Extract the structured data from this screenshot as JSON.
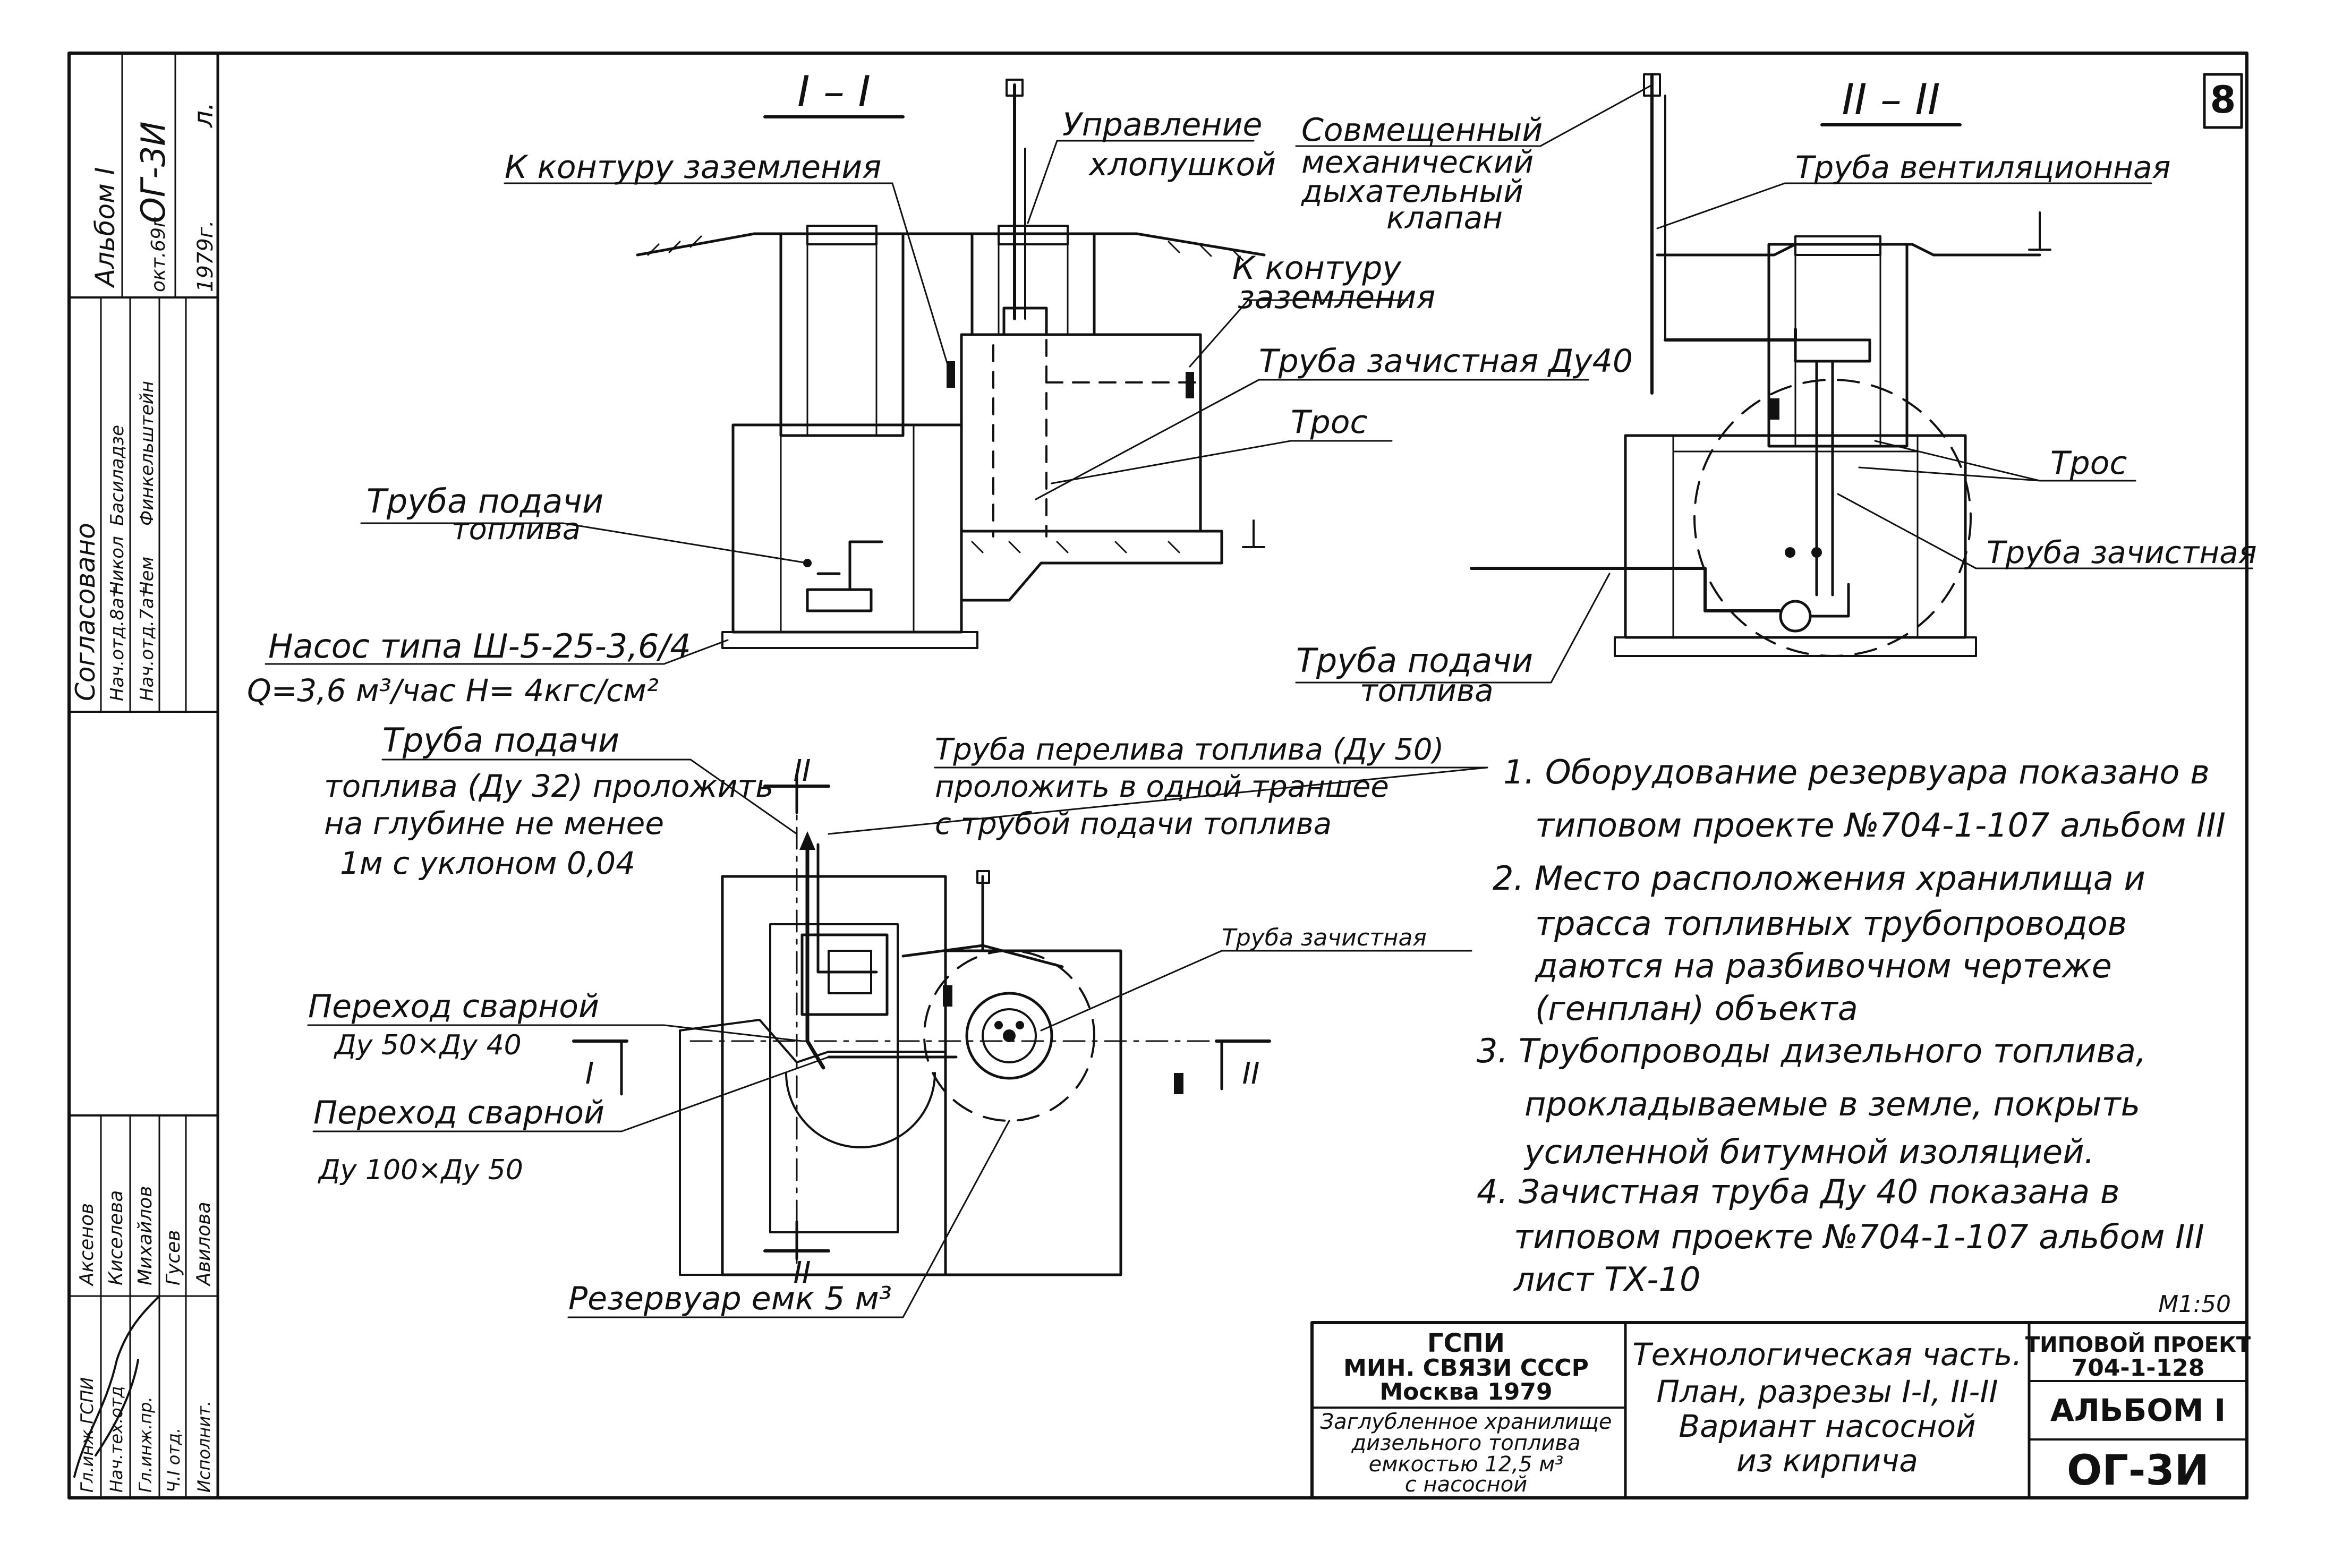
{
  "sheet": {
    "number": "8",
    "scale": "М1:50"
  },
  "side_stamp": {
    "album": "Альбом I",
    "code": "ОГ-3И",
    "sheet_word": "л.",
    "date_1": "окт.69г",
    "date_2": "1979г.",
    "agreed": "Согласовано",
    "agree_rows": [
      {
        "pos": "Нач.отд.8ат",
        "sign": "Никол",
        "name": "Басиладзе"
      },
      {
        "pos": "Нач.отд.7ат",
        "sign": "Нем",
        "name": "Финкельштейн"
      }
    ],
    "staff": [
      {
        "pos": "Гл.инж.ГСПИ",
        "name": "Аксенов"
      },
      {
        "pos": "Нач.тех.отд",
        "name": "Киселева"
      },
      {
        "pos": "Гл.инж.пр.",
        "name": "Михайлов"
      },
      {
        "pos": "Ч.I отд.",
        "name": "Гусев"
      },
      {
        "pos": "Исполнит.",
        "name": "Авилова"
      }
    ]
  },
  "section1": {
    "title": "I – I",
    "labels": {
      "ground": "К контуру заземления",
      "control_1": "Управление",
      "control_2": "хлопушкой",
      "ground2_1": "К контуру",
      "ground2_2": "заземления",
      "stripping": "Труба зачистная Ду40",
      "cable": "Трос",
      "feed_1": "Труба подачи",
      "feed_2": "топлива",
      "pump_1": "Насос типа Ш-5-25-3,6/4",
      "pump_2": "Q=3,6 м³/час  Н= 4кгс/см²"
    }
  },
  "section2": {
    "title": "II – II",
    "labels": {
      "valve_1": "Совмещенный",
      "valve_2": "механический",
      "valve_3": "дыхательный",
      "valve_4": "клапан",
      "vent": "Труба вентиляционная",
      "cable": "Трос",
      "stripping": "Труба зачистная",
      "feed_1": "Труба подачи",
      "feed_2": "топлива"
    }
  },
  "plan": {
    "labels": {
      "feed_title": "Труба подачи",
      "feed_1": "топлива (Ду 32) проложить",
      "feed_2": "на глубине не менее",
      "feed_3": "1м  с уклоном 0,04",
      "overflow_1": "Труба перелива топлива (Ду 50)",
      "overflow_2": "проложить в одной траншее",
      "overflow_3": "с трубой подачи топлива",
      "stripping": "Труба зачистная",
      "adapter1_1": "Переход сварной",
      "adapter1_2": "Ду 50×Ду 40",
      "adapter2_1": "Переход сварной",
      "adapter2_2": "Ду 100×Ду 50",
      "tank": "Резервуар емк 5 м³",
      "cut1": "I",
      "cut2": "II"
    }
  },
  "notes": [
    "1. Оборудование резервуара показано в",
    "типовом проекте №704-1-107 альбом III",
    "2. Место расположения хранилища и",
    "трасса топливных трубопроводов",
    "даются на разбивочном чертеже",
    "(генплан) объекта",
    "3. Трубопроводы дизельного топлива,",
    "прокладываемые в земле, покрыть",
    "усиленной битумной изоляцией.",
    "4. Зачистная труба Ду 40 показана в",
    "типовом проекте №704-1-107 альбом III",
    "лист ТХ-10"
  ],
  "title_block": {
    "org_1": "ГСПИ",
    "org_2": "МИН. СВЯЗИ СССР",
    "org_3": "Москва 1979",
    "object_1": "Заглубленное хранилище",
    "object_2": "дизельного топлива",
    "object_3": "емкостью 12,5 м³",
    "object_4": "с насосной",
    "title_1": "Технологическая часть.",
    "title_2": "План, разрезы I-I, II-II",
    "title_3": "Вариант насосной",
    "title_4": "из кирпича",
    "project_1": "ТИПОВОЙ ПРОЕКТ",
    "project_2": "704-1-128",
    "album": "АЛЬБОМ I",
    "code": "ОГ-3И"
  }
}
